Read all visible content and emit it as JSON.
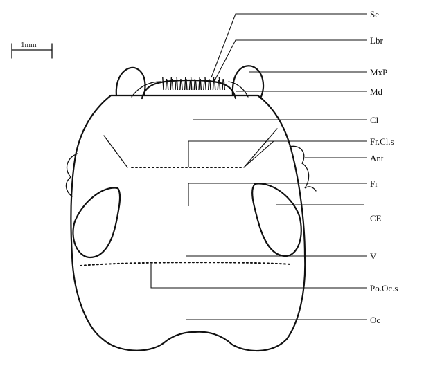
{
  "scale_bar": {
    "label": "1mm"
  },
  "labels": {
    "se": "Se",
    "lbr": "Lbr",
    "mxp": "MxP",
    "md": "Md",
    "cl": "Cl",
    "fr_cl_s": "Fr.Cl.s",
    "ant": "Ant",
    "fr": "Fr",
    "ce": "CE",
    "v": "V",
    "po_oc_s": "Po.Oc.s",
    "oc": "Oc"
  }
}
